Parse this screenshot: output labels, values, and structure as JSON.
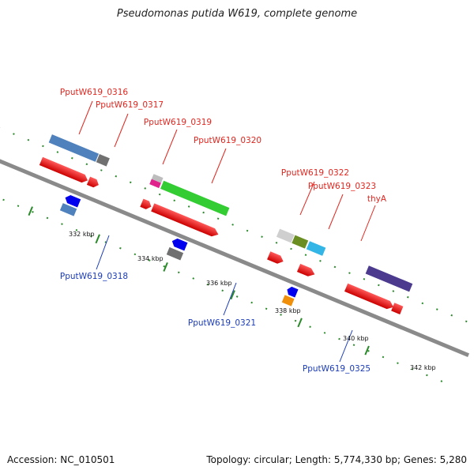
{
  "title": "Pseudomonas putida W619, complete genome",
  "footer": {
    "accession": "Accession: NC_010501",
    "summary": "Topology: circular; Length: 5,774,330 bp; Genes: 5,280"
  },
  "colors": {
    "backbone": "#8a8a8a",
    "forward_label": "#e0261f",
    "reverse_label": "#1a3bb8",
    "tick": "#2a8a2a"
  },
  "ticks": [
    "332 kbp",
    "334 kbp",
    "336 kbp",
    "338 kbp",
    "340 kbp",
    "342 kbp"
  ],
  "forward_labels": [
    "PputW619_0316",
    "PputW619_0317",
    "PputW619_0319",
    "PputW619_0320",
    "PputW619_0322",
    "PputW619_0323",
    "thyA"
  ],
  "reverse_labels": [
    "PputW619_0318",
    "PputW619_0321",
    "PputW619_0325"
  ]
}
